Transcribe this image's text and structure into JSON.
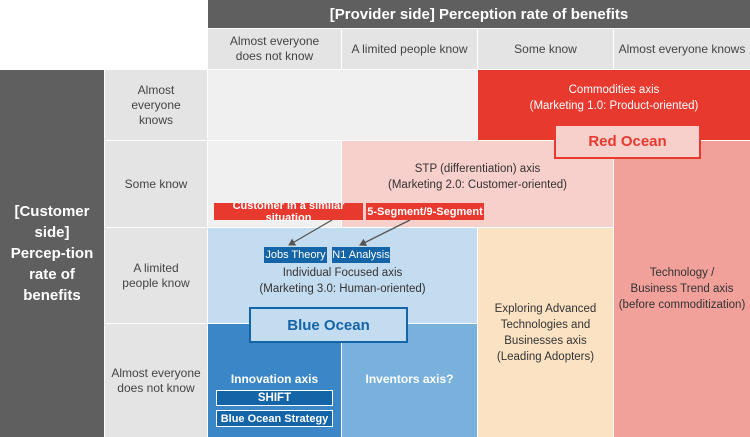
{
  "provider_header": "[Provider side] Perception rate of benefits",
  "customer_header": "[Customer side] Percep-tion rate of benefits",
  "columns": [
    "Almost everyone does not know",
    "A limited people know",
    "Some know",
    "Almost everyone knows"
  ],
  "rows": [
    "Almost everyone knows",
    "Some know",
    "A limited people know",
    "Almost everyone does not know"
  ],
  "colors": {
    "dark_header": "#5f5f5f",
    "light_header": "#e4e4e4",
    "commodities": "#e8392f",
    "stp": "#f7cfcb",
    "technology": "#f1a09a",
    "exploring": "#fbe2c3",
    "individual": "#c4dcef",
    "innovation": "#3a86c6",
    "inventors": "#78b1dc",
    "blue_tag": "#1464a8"
  },
  "areas": {
    "commodities": {
      "title": "Commodities axis",
      "subtitle": "(Marketing 1.0: Product-oriented)"
    },
    "red_ocean": "Red Ocean",
    "stp": {
      "title": "STP (differentiation) axis",
      "subtitle": "(Marketing 2.0: Customer-oriented)"
    },
    "technology": {
      "line1": "Technology /",
      "line2": "Business Trend axis",
      "line3": "(before commoditization)"
    },
    "exploring": {
      "line1": "Exploring Advanced",
      "line2": "Technologies and",
      "line3": "Businesses axis",
      "line4": "(Leading Adopters)"
    },
    "individual": {
      "title": "Individual Focused axis",
      "subtitle": "(Marketing 3.0: Human-oriented)"
    },
    "blue_ocean": "Blue Ocean",
    "innovation": "Innovation axis",
    "inventors": "Inventors axis?"
  },
  "tags": {
    "customer_similar": "Customer in a similar situation",
    "segment": "5-Segment/9-Segment",
    "jobs_theory": "Jobs Theory",
    "n1_analysis": "N1 Analysis",
    "shift": "SHIFT",
    "blue_ocean_strategy": "Blue Ocean Strategy"
  }
}
